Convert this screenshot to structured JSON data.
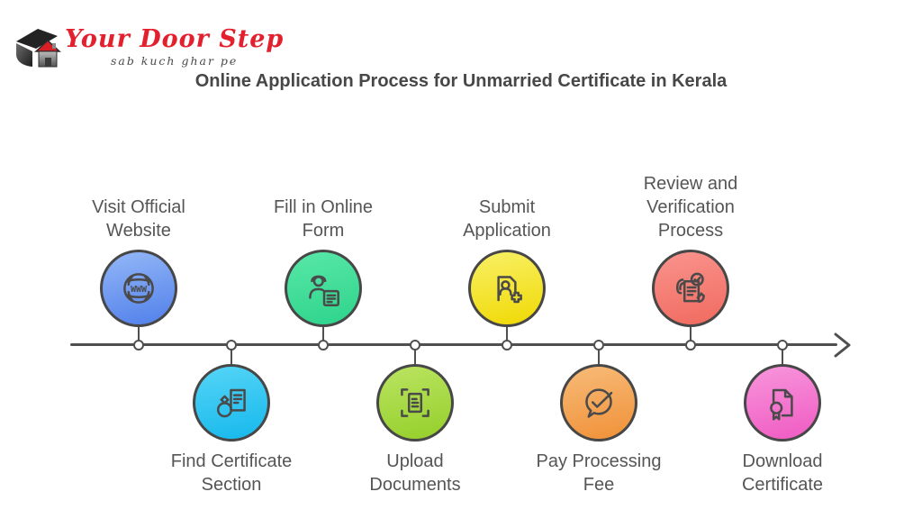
{
  "logo": {
    "brand": "Your Door Step",
    "tagline": "sab kuch ghar pe",
    "brand_color": "#e3202d",
    "icon": "house-icon"
  },
  "header": {
    "title": "Online Application Process for Unmarried Certificate in Kerala"
  },
  "timeline": {
    "line_color": "#4f4f4f",
    "arrow_direction": "right",
    "node_count": 8
  },
  "steps": [
    {
      "label": "Visit Official Website",
      "position": "top",
      "icon": "globe-www-icon",
      "color_top": "#93b7f7",
      "color_bottom": "#5180ea"
    },
    {
      "label": "Find Certificate Section",
      "position": "bottom",
      "icon": "ring-document-icon",
      "color_top": "#55d5f7",
      "color_bottom": "#16b8ec"
    },
    {
      "label": "Fill in Online Form",
      "position": "top",
      "icon": "person-form-icon",
      "color_top": "#58e7a7",
      "color_bottom": "#2ed48b"
    },
    {
      "label": "Upload Documents",
      "position": "bottom",
      "icon": "document-scan-icon",
      "color_top": "#bae461",
      "color_bottom": "#95cf2a"
    },
    {
      "label": "Submit Application",
      "position": "top",
      "icon": "application-add-icon",
      "color_top": "#f8f066",
      "color_bottom": "#f0d904"
    },
    {
      "label": "Pay Processing Fee",
      "position": "bottom",
      "icon": "payment-check-icon",
      "color_top": "#f7bb78",
      "color_bottom": "#f09138"
    },
    {
      "label": "Review and Verification Process",
      "position": "top",
      "icon": "review-verification-icon",
      "color_top": "#f9948d",
      "color_bottom": "#f16a5f"
    },
    {
      "label": "Download Certificate",
      "position": "bottom",
      "icon": "certificate-award-icon",
      "color_top": "#f895dc",
      "color_bottom": "#ef5bc2"
    }
  ]
}
